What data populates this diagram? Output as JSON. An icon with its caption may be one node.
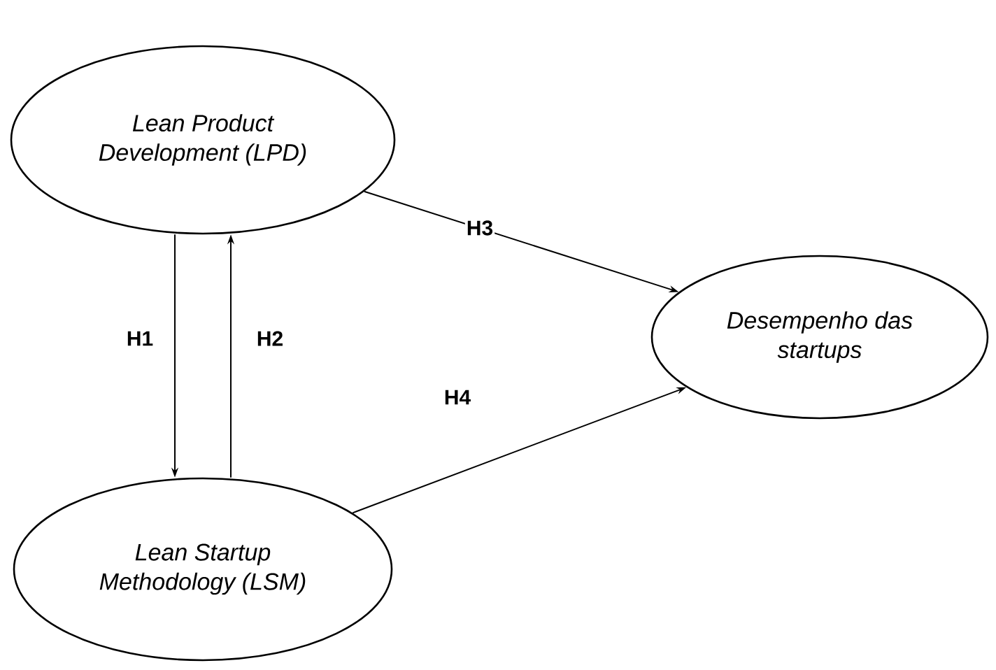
{
  "diagram": {
    "nodes": [
      {
        "text": [
          "Lean Product Development (LPD)"
        ]
      },
      {
        "text": [
          "Lean Startup Methodology (LSM)"
        ]
      },
      {
        "text": [
          "Desempenho das startups"
        ]
      }
    ],
    "edges": [
      {
        "from": 0,
        "to": 1,
        "arrow": "to",
        "label": "H1"
      },
      {
        "from": 1,
        "to": 0,
        "arrow": "to",
        "label": "H2"
      },
      {
        "from": 0,
        "to": 2,
        "arrow": "to",
        "label": "H3"
      },
      {
        "from": 1,
        "to": 2,
        "arrow": "to",
        "label": "H4"
      }
    ]
  }
}
